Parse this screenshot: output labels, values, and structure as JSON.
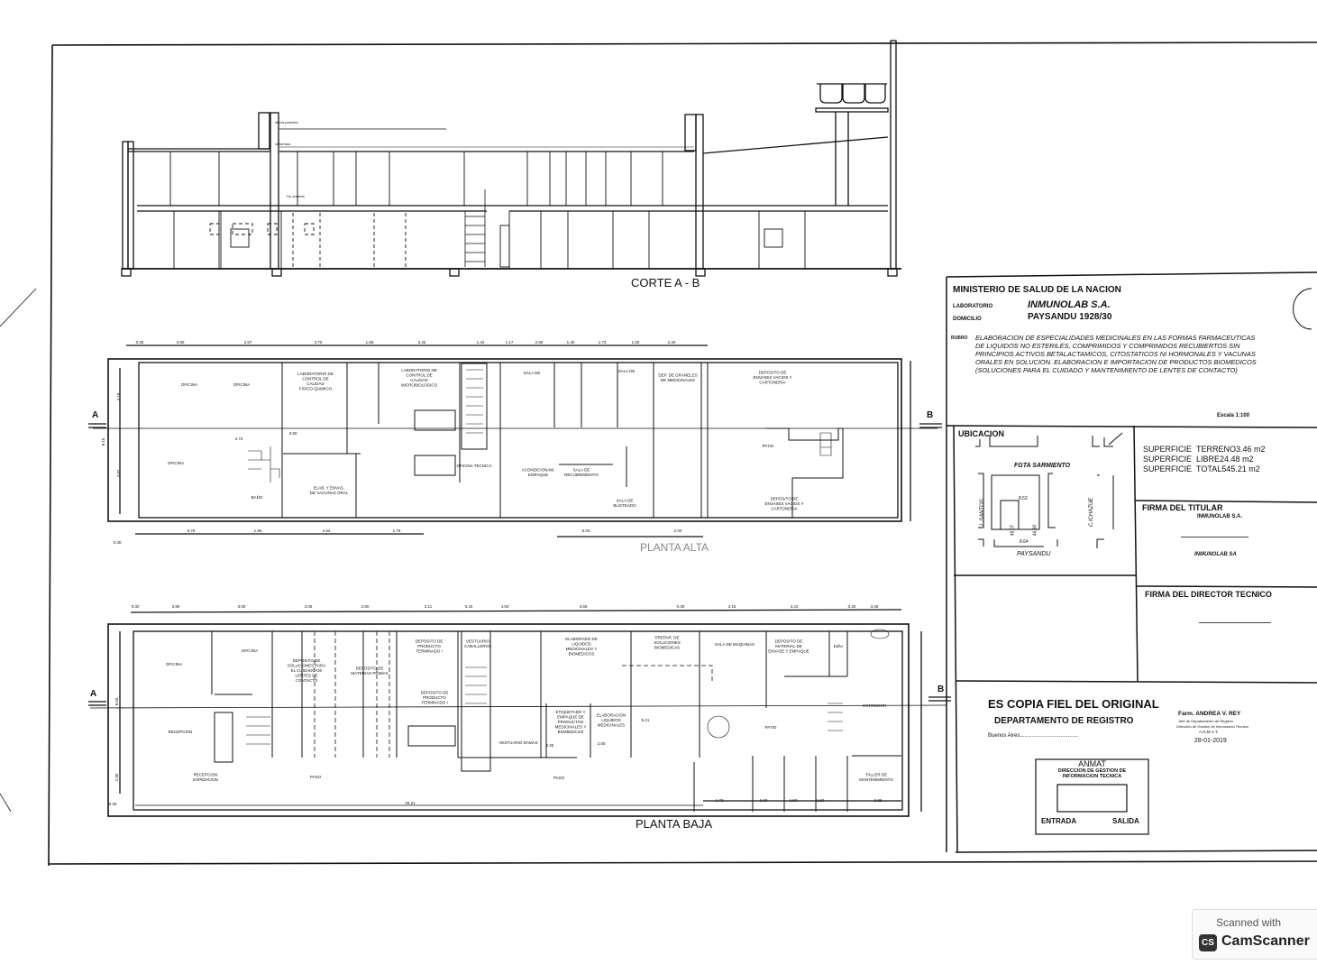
{
  "section": {
    "title": "CORTE A - B",
    "notes": [
      "altura paredes",
      "cielorraso",
      "Ho armado"
    ]
  },
  "upper_plan": {
    "title": "PLANTA ALTA",
    "section_marks": [
      "A",
      "B"
    ],
    "rooms": [
      "OFICINA",
      "OFICINA",
      "LABORATORIO DE CONTROL DE CALIDAD FISICO-QUIMICO",
      "LABORATORIO DE CONTROL DE CALIDAD MICROBIOLOGICO",
      "OFICINA",
      "ELAB. Y ENVAS. DE VACUNAS ORAL",
      "OFICINA TECNICA",
      "SALA DE",
      "SALA DE",
      "DEP. DE GRANELES DE MEDICINALES",
      "DEPOSITO DE ENVASES VACIOS Y CARTONERIA",
      "PATIO",
      "ACONDICIONAM. EMPAQUE",
      "SALA DE RECUBRIMIENTO",
      "SALA DE BLISTEADO",
      "DEPOSITO DE ENVASES VACIOS Y CARTONERIA",
      "BAÑO"
    ],
    "dimensions_top": [
      "0.30",
      "3.90",
      "3.57",
      "3.70",
      "1.65",
      "3.42",
      "1.42",
      "1.17",
      "2.80",
      "1.40",
      "1.73",
      "1.60",
      "2.40"
    ],
    "dimensions_bottom": [
      "5.75",
      "1.85",
      "4.54",
      "1.75",
      "5.03",
      "2.00",
      "0.30"
    ],
    "dimensions_side": [
      "8.15",
      "3.18",
      "3.82",
      "2.72",
      "3.60"
    ]
  },
  "ground_plan": {
    "title": "PLANTA BAJA",
    "section_marks": [
      "A",
      "B"
    ],
    "rooms": [
      "OFICINA",
      "OFICINA",
      "DEPOSITO DE SOLUCIONES PARA EL CUIDADO DE LENTES DE CONTACTO",
      "DEPOSITO DE MATERIAS PRIMAS",
      "DEPOSITO DE PRODUCTO TERMINADO I",
      "DEPOSITO DE PRODUCTO TERMINADO I",
      "RECEPCION",
      "RECEPCION EXPEDICION",
      "ELABORADO DE LIQUIDOS MEDICINALES Y BIOMEDICOS",
      "PREPAR. DE SOLUCIONES BIOMEDICAS",
      "SALA DE MAQUINAS",
      "DEPOSITO DE MATERIAL DE ENVASE Y EMPAQUE",
      "baño",
      "CORREDOR",
      "PATIO",
      "TALLER DE MANTENIMIENTO",
      "PASO",
      "PASO",
      "ETIQUETADO Y EMPAQUE DE PRODUCTOS MEDICINALES Y BIOMEDICOS",
      "ELABORACION LIQUIDOS MEDICINALES",
      "VESTUARIO CABALLEROS",
      "VESTUARIO DAMAS"
    ],
    "dimensions_top": [
      "0.30",
      "3.90",
      "3.00",
      "3.05",
      "2.80",
      "3.11",
      "0.15",
      "4.00",
      "3.65",
      "0.30",
      "3.15",
      "3.22",
      "0.20",
      "3.45"
    ],
    "dimensions_bottom": [
      "0.30",
      "29.21",
      "1.72",
      "1.60",
      "1.50",
      "1.50",
      "2.85"
    ],
    "dimensions_side": [
      "8.55",
      "1.85",
      "2.25",
      "2.00",
      "5.21"
    ]
  },
  "title_block": {
    "ministry": "MINISTERIO DE SALUD DE LA NACION",
    "lab_label": "LABORATORIO",
    "lab_value": "INMUNOLAB S.A.",
    "address_label": "DOMICILIO",
    "address_value": "PAYSANDU 1928/30",
    "rubro_label": "RUBRO",
    "rubro_lines": [
      "ELABORACION DE ESPECIALIDADES MEDICINALES EN LAS FORMAS FARMACEUTICAS",
      "DE LIQUIDOS NO ESTERILES, COMPRIMIDOS Y COMPRIMIDOS RECUBIERTOS SIN",
      "PRINCIPIOS ACTIVOS BETALACTAMICOS, CITOSTATICOS NI HORMONALES Y VACUNAS",
      "ORALES EN SOLUCION. ELABORACION E IMPORTACION DE PRODUCTOS BIOMEDICOS",
      "(SOLUCIONES PARA EL CUIDADO Y MANTENIMIENTO DE LENTES DE CONTACTO)"
    ],
    "scale": "Escala 1:100",
    "location": {
      "title": "UBICACION",
      "street_top": "FGTA SARMIENTO",
      "street_bottom": "PAYSANDU",
      "street_left": "L.SANTOS",
      "street_right": "C.ICHAZUE",
      "lot_top": "8.52",
      "lot_bottom": "8.64",
      "lot_left": "49.07",
      "lot_right": "46.90"
    },
    "surfaces": [
      {
        "label": "SUPERFICIE",
        "value": "TERRENO3.46 m2"
      },
      {
        "label": "SUPERFICIE",
        "value": "LIBRE24.48 m2"
      },
      {
        "label": "SUPERFICIE",
        "value": "TOTAL545.21 m2"
      }
    ],
    "owner_signature": {
      "title": "FIRMA DEL TITULAR",
      "stamp": "INMUNOLAB S.A.",
      "name": "INMUNOLAB SA"
    },
    "director_signature": {
      "title": "FIRMA DEL DIRECTOR TECNICO"
    },
    "certification": {
      "line1": "ES COPIA FIEL DEL ORIGINAL",
      "line2": "DEPARTAMENTO DE REGISTRO",
      "city": "Buenos Aires.......................................",
      "signer": "Farm. ANDREA V. REY",
      "signer_role1": "Jefe de Departamento de Registro",
      "signer_role2": "Dirección de Gestión de Información Técnica",
      "signer_org": "A.N.M.A.T.",
      "date": "28-01-2019"
    },
    "anmat_stamp": {
      "title": "ANMAT",
      "subtitle1": "DIRECCION DE GESTION DE",
      "subtitle2": "INFORMACION TECNICA",
      "entrada": "ENTRADA",
      "salida": "SALIDA"
    }
  },
  "watermark": {
    "line1": "Scanned with",
    "logo": "CS",
    "line2": "CamScanner"
  }
}
